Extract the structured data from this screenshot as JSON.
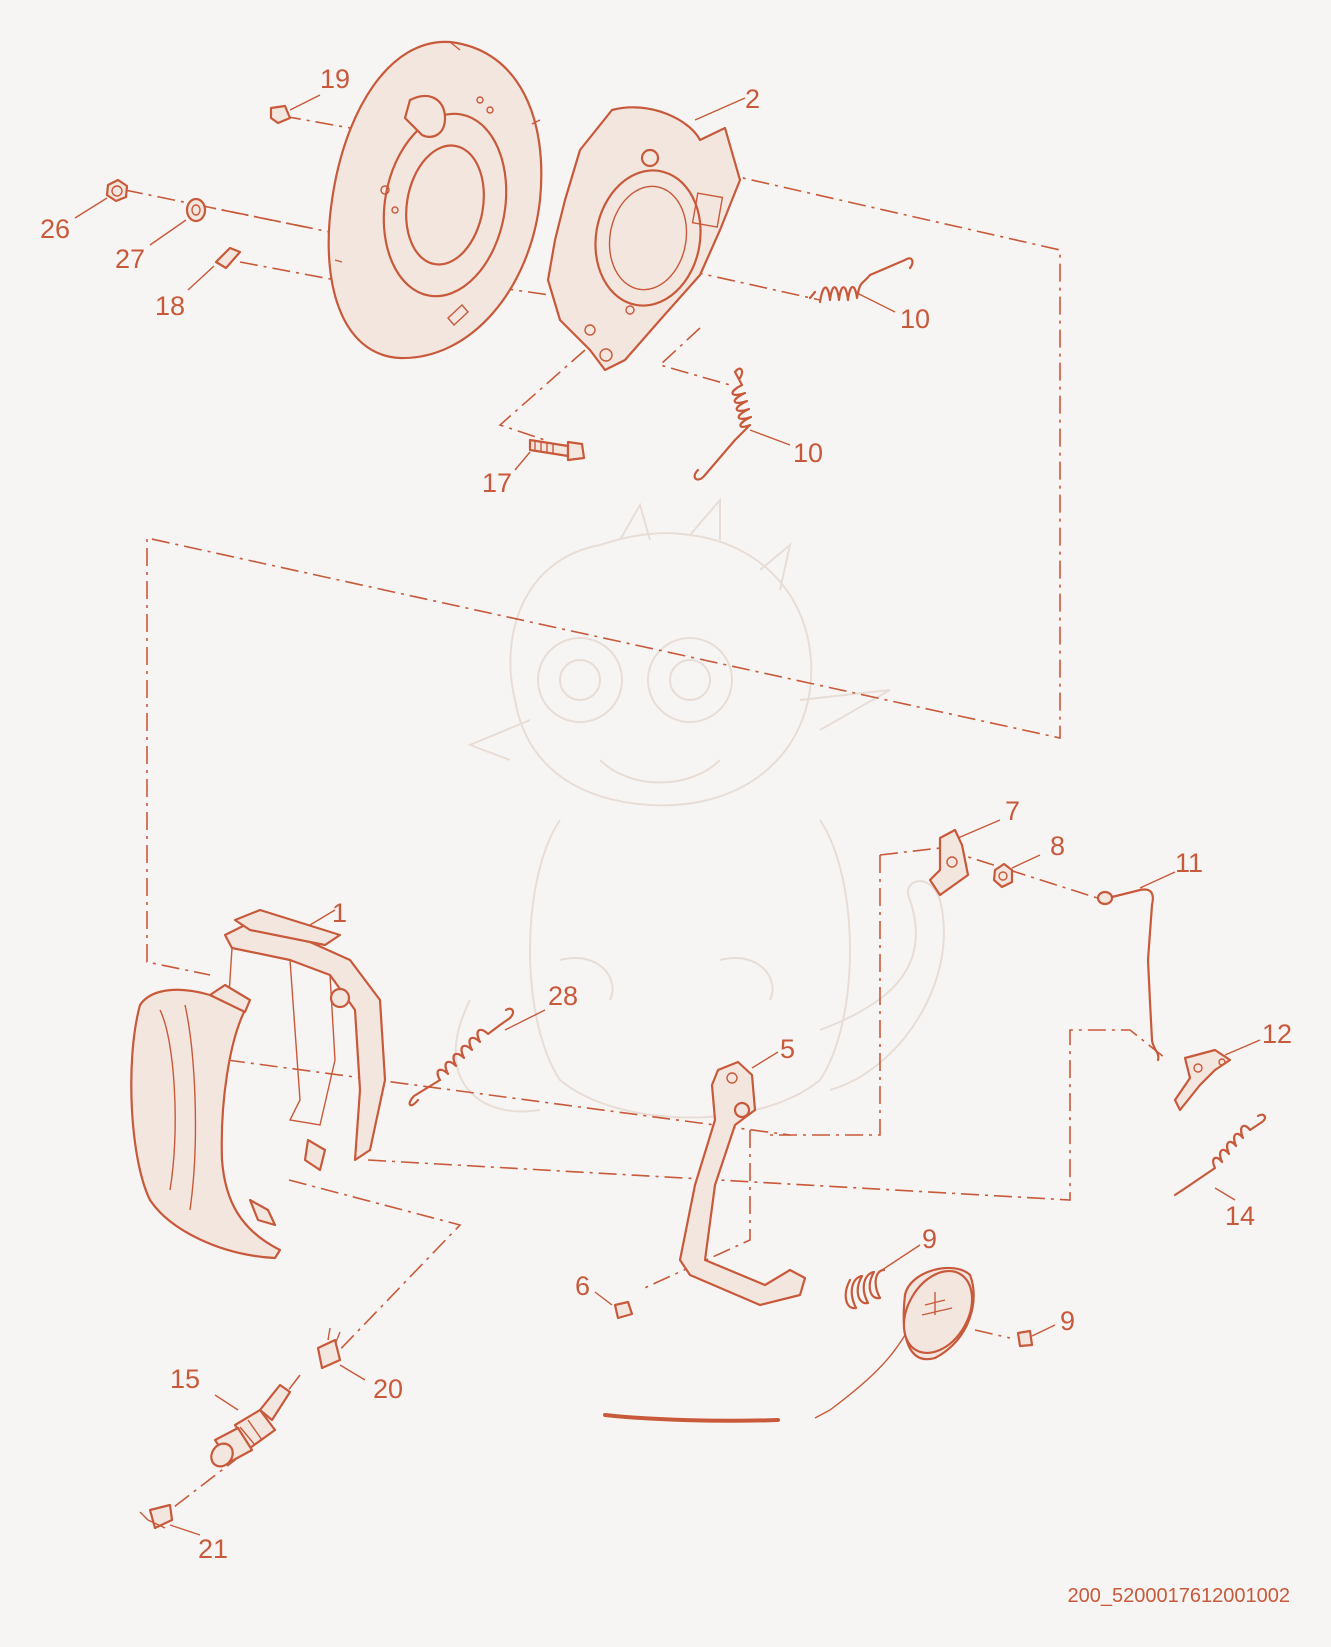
{
  "callouts": {
    "p1": "1",
    "p2": "2",
    "p5": "5",
    "p6": "6",
    "p7": "7",
    "p8": "8",
    "p9a": "9",
    "p9b": "9",
    "p10a": "10",
    "p10b": "10",
    "p11": "11",
    "p12": "12",
    "p14": "14",
    "p15": "15",
    "p17": "17",
    "p18": "18",
    "p19": "19",
    "p20": "20",
    "p21": "21",
    "p26": "26",
    "p27": "27",
    "p28": "28"
  },
  "figure_ref": "200_5200017612001002",
  "colors": {
    "line": "#c8593a",
    "background": "#f7f5f3",
    "watermark": "#e8ddd6"
  }
}
